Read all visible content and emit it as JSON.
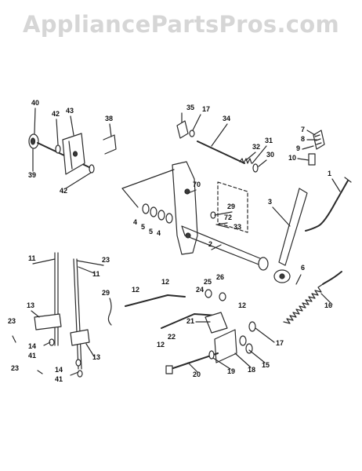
{
  "watermark": "AppliancePartsPros.com",
  "callouts": [
    {
      "id": "c40a",
      "label": "40"
    },
    {
      "id": "c42a",
      "label": "42"
    },
    {
      "id": "c43",
      "label": "43"
    },
    {
      "id": "c38",
      "label": "38"
    },
    {
      "id": "c39",
      "label": "39"
    },
    {
      "id": "c42b",
      "label": "42"
    },
    {
      "id": "c35",
      "label": "35"
    },
    {
      "id": "c17a",
      "label": "17"
    },
    {
      "id": "c34",
      "label": "34"
    },
    {
      "id": "c32",
      "label": "32"
    },
    {
      "id": "c31",
      "label": "31"
    },
    {
      "id": "c30",
      "label": "30"
    },
    {
      "id": "c7",
      "label": "7"
    },
    {
      "id": "c8",
      "label": "8"
    },
    {
      "id": "c9",
      "label": "9"
    },
    {
      "id": "c10",
      "label": "10"
    },
    {
      "id": "c1",
      "label": "1"
    },
    {
      "id": "c70",
      "label": "70"
    },
    {
      "id": "c29a",
      "label": "29"
    },
    {
      "id": "c72",
      "label": "72"
    },
    {
      "id": "c33",
      "label": "33"
    },
    {
      "id": "c3",
      "label": "3"
    },
    {
      "id": "c4a",
      "label": "4"
    },
    {
      "id": "c5a",
      "label": "5"
    },
    {
      "id": "c5b",
      "label": "5"
    },
    {
      "id": "c4b",
      "label": "4"
    },
    {
      "id": "c2",
      "label": "2"
    },
    {
      "id": "c6",
      "label": "6"
    },
    {
      "id": "c11a",
      "label": "11"
    },
    {
      "id": "c23a",
      "label": "23"
    },
    {
      "id": "c11b",
      "label": "11"
    },
    {
      "id": "c12a",
      "label": "12"
    },
    {
      "id": "c25",
      "label": "25"
    },
    {
      "id": "c26",
      "label": "26"
    },
    {
      "id": "c12b",
      "label": "12"
    },
    {
      "id": "c24",
      "label": "24"
    },
    {
      "id": "c12c",
      "label": "12"
    },
    {
      "id": "c16",
      "label": "16"
    },
    {
      "id": "c13a",
      "label": "13"
    },
    {
      "id": "c29b",
      "label": "29"
    },
    {
      "id": "c23b",
      "label": "23"
    },
    {
      "id": "c14a",
      "label": "14"
    },
    {
      "id": "c41a",
      "label": "41"
    },
    {
      "id": "c13b",
      "label": "13"
    },
    {
      "id": "c21",
      "label": "21"
    },
    {
      "id": "c22",
      "label": "22"
    },
    {
      "id": "c12d",
      "label": "12"
    },
    {
      "id": "c17b",
      "label": "17"
    },
    {
      "id": "c15",
      "label": "15"
    },
    {
      "id": "c18",
      "label": "18"
    },
    {
      "id": "c19",
      "label": "19"
    },
    {
      "id": "c20",
      "label": "20"
    },
    {
      "id": "c23c",
      "label": "23"
    },
    {
      "id": "c14b",
      "label": "14"
    },
    {
      "id": "c41b",
      "label": "41"
    }
  ]
}
